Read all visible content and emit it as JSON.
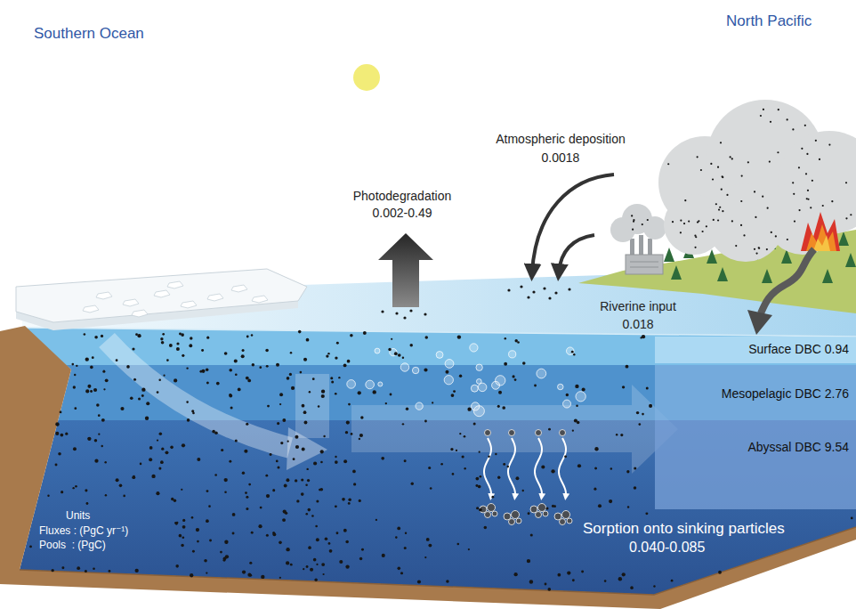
{
  "diagram": {
    "nodes": [
      {
        "text": [
          "Surface DBC 0.94"
        ]
      },
      {
        "text": [
          "Mesopelagic DBC 2.76"
        ]
      },
      {
        "text": [
          "Abyssal DBC 9.54"
        ]
      }
    ],
    "labels": [
      "Southern Ocean",
      "North Pacific",
      "Photodegradation",
      "0.002-0.49",
      "Atmospheric deposition",
      "0.0018",
      "Riverine input",
      "0.018",
      "Sorption onto sinking particles",
      "0.040-0.085",
      "Units",
      "Fluxes : (PgC yr⁻¹)",
      "Pools  : (PgC)"
    ]
  }
}
